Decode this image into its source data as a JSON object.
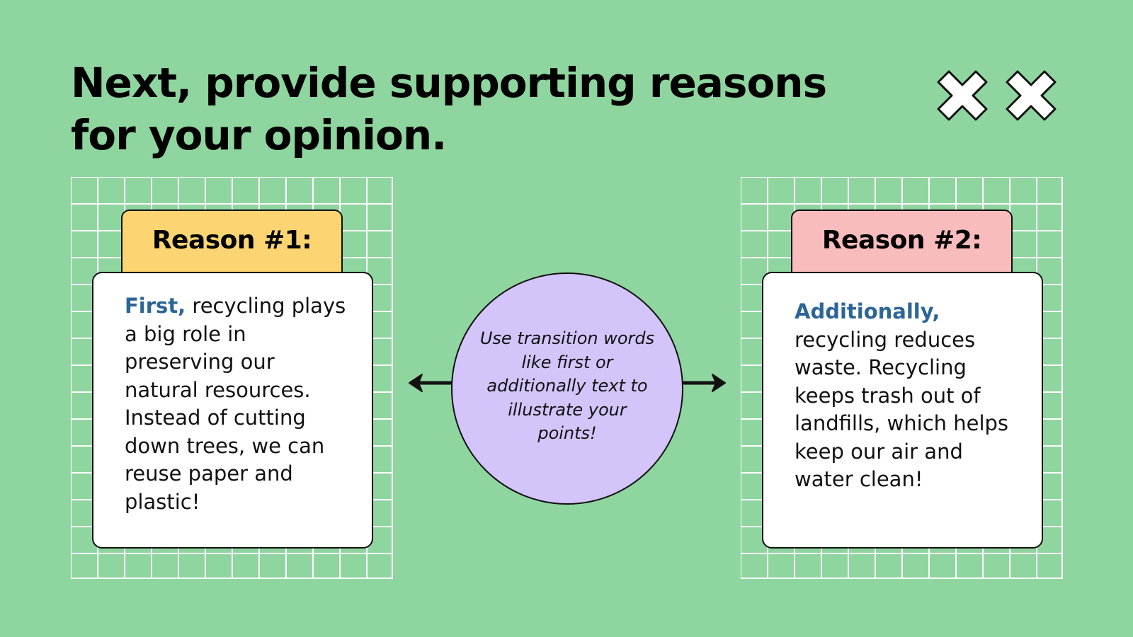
{
  "slide": {
    "background": "#8fd59f",
    "title": "Next, provide supporting reasons for your opinion.",
    "decorations": [
      "x-mark-icon",
      "x-mark-icon"
    ]
  },
  "reason1": {
    "tab_label": "Reason #1:",
    "tab_color": "#fcd572",
    "lead": "First,",
    "body": " recycling plays a big role in preserving our natural resources. Instead of cutting down trees, we can reuse paper and plastic!"
  },
  "reason2": {
    "tab_label": "Reason #2:",
    "tab_color": "#f9bcbc",
    "lead": "Additionally,",
    "body": " recycling reduces waste. Recycling keeps trash out of landfills, which helps keep our air and water clean!"
  },
  "tip": {
    "text": "Use transition words like first or additionally text to illustrate your points!",
    "color": "#d3c4fa"
  },
  "colors": {
    "lead_text": "#2d6596",
    "outline": "#111111"
  }
}
